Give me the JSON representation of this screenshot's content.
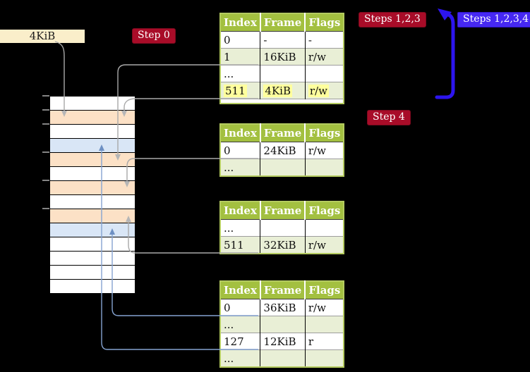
{
  "colors": {
    "table_header_green": "#a3c040",
    "table_row_green": "#e9efd6",
    "table_border_green": "#b4cb60",
    "highlight_yellow": "#ffff9d",
    "legend_cream": "#faeeca",
    "badge_red": "#a80c28",
    "badge_blue": "#4628f2",
    "loop_arrow_blue": "#2d15ee",
    "connector_gray": "#a9a9a9",
    "connector_light_blue": "#85a3d1",
    "frame_orange": "#fce1c6",
    "frame_light_blue": "#d9e6f6"
  },
  "legend": {
    "label": "4KiB"
  },
  "badges": {
    "step0": "Step 0",
    "steps123": "Steps 1,2,3",
    "steps1234": "Steps 1,2,3,4",
    "step4": "Step 4"
  },
  "tables": {
    "headers": [
      "Index",
      "Frame",
      "Flags"
    ],
    "t1": {
      "rows": [
        [
          "0",
          "-",
          "-"
        ],
        [
          "1",
          "16KiB",
          "r/w"
        ],
        [
          "...",
          "",
          ""
        ],
        [
          "511",
          "4KiB",
          "r/w"
        ]
      ]
    },
    "t2": {
      "rows": [
        [
          "0",
          "24KiB",
          "r/w"
        ],
        [
          "...",
          "",
          ""
        ]
      ]
    },
    "t3": {
      "rows": [
        [
          "...",
          "",
          ""
        ],
        [
          "511",
          "32KiB",
          "r/w"
        ]
      ]
    },
    "t4": {
      "rows": [
        [
          "0",
          "36KiB",
          "r/w"
        ],
        [
          "...",
          "",
          ""
        ],
        [
          "127",
          "12KiB",
          "r"
        ],
        [
          "...",
          "",
          ""
        ]
      ]
    }
  },
  "memory": {
    "row_pattern": [
      "empty",
      "pagetable",
      "empty",
      "data",
      "pagetable",
      "empty",
      "pagetable",
      "empty",
      "pagetable",
      "data",
      "empty",
      "empty",
      "empty",
      "empty"
    ],
    "tick_ys": [
      135,
      155,
      175,
      215,
      255,
      295
    ]
  }
}
